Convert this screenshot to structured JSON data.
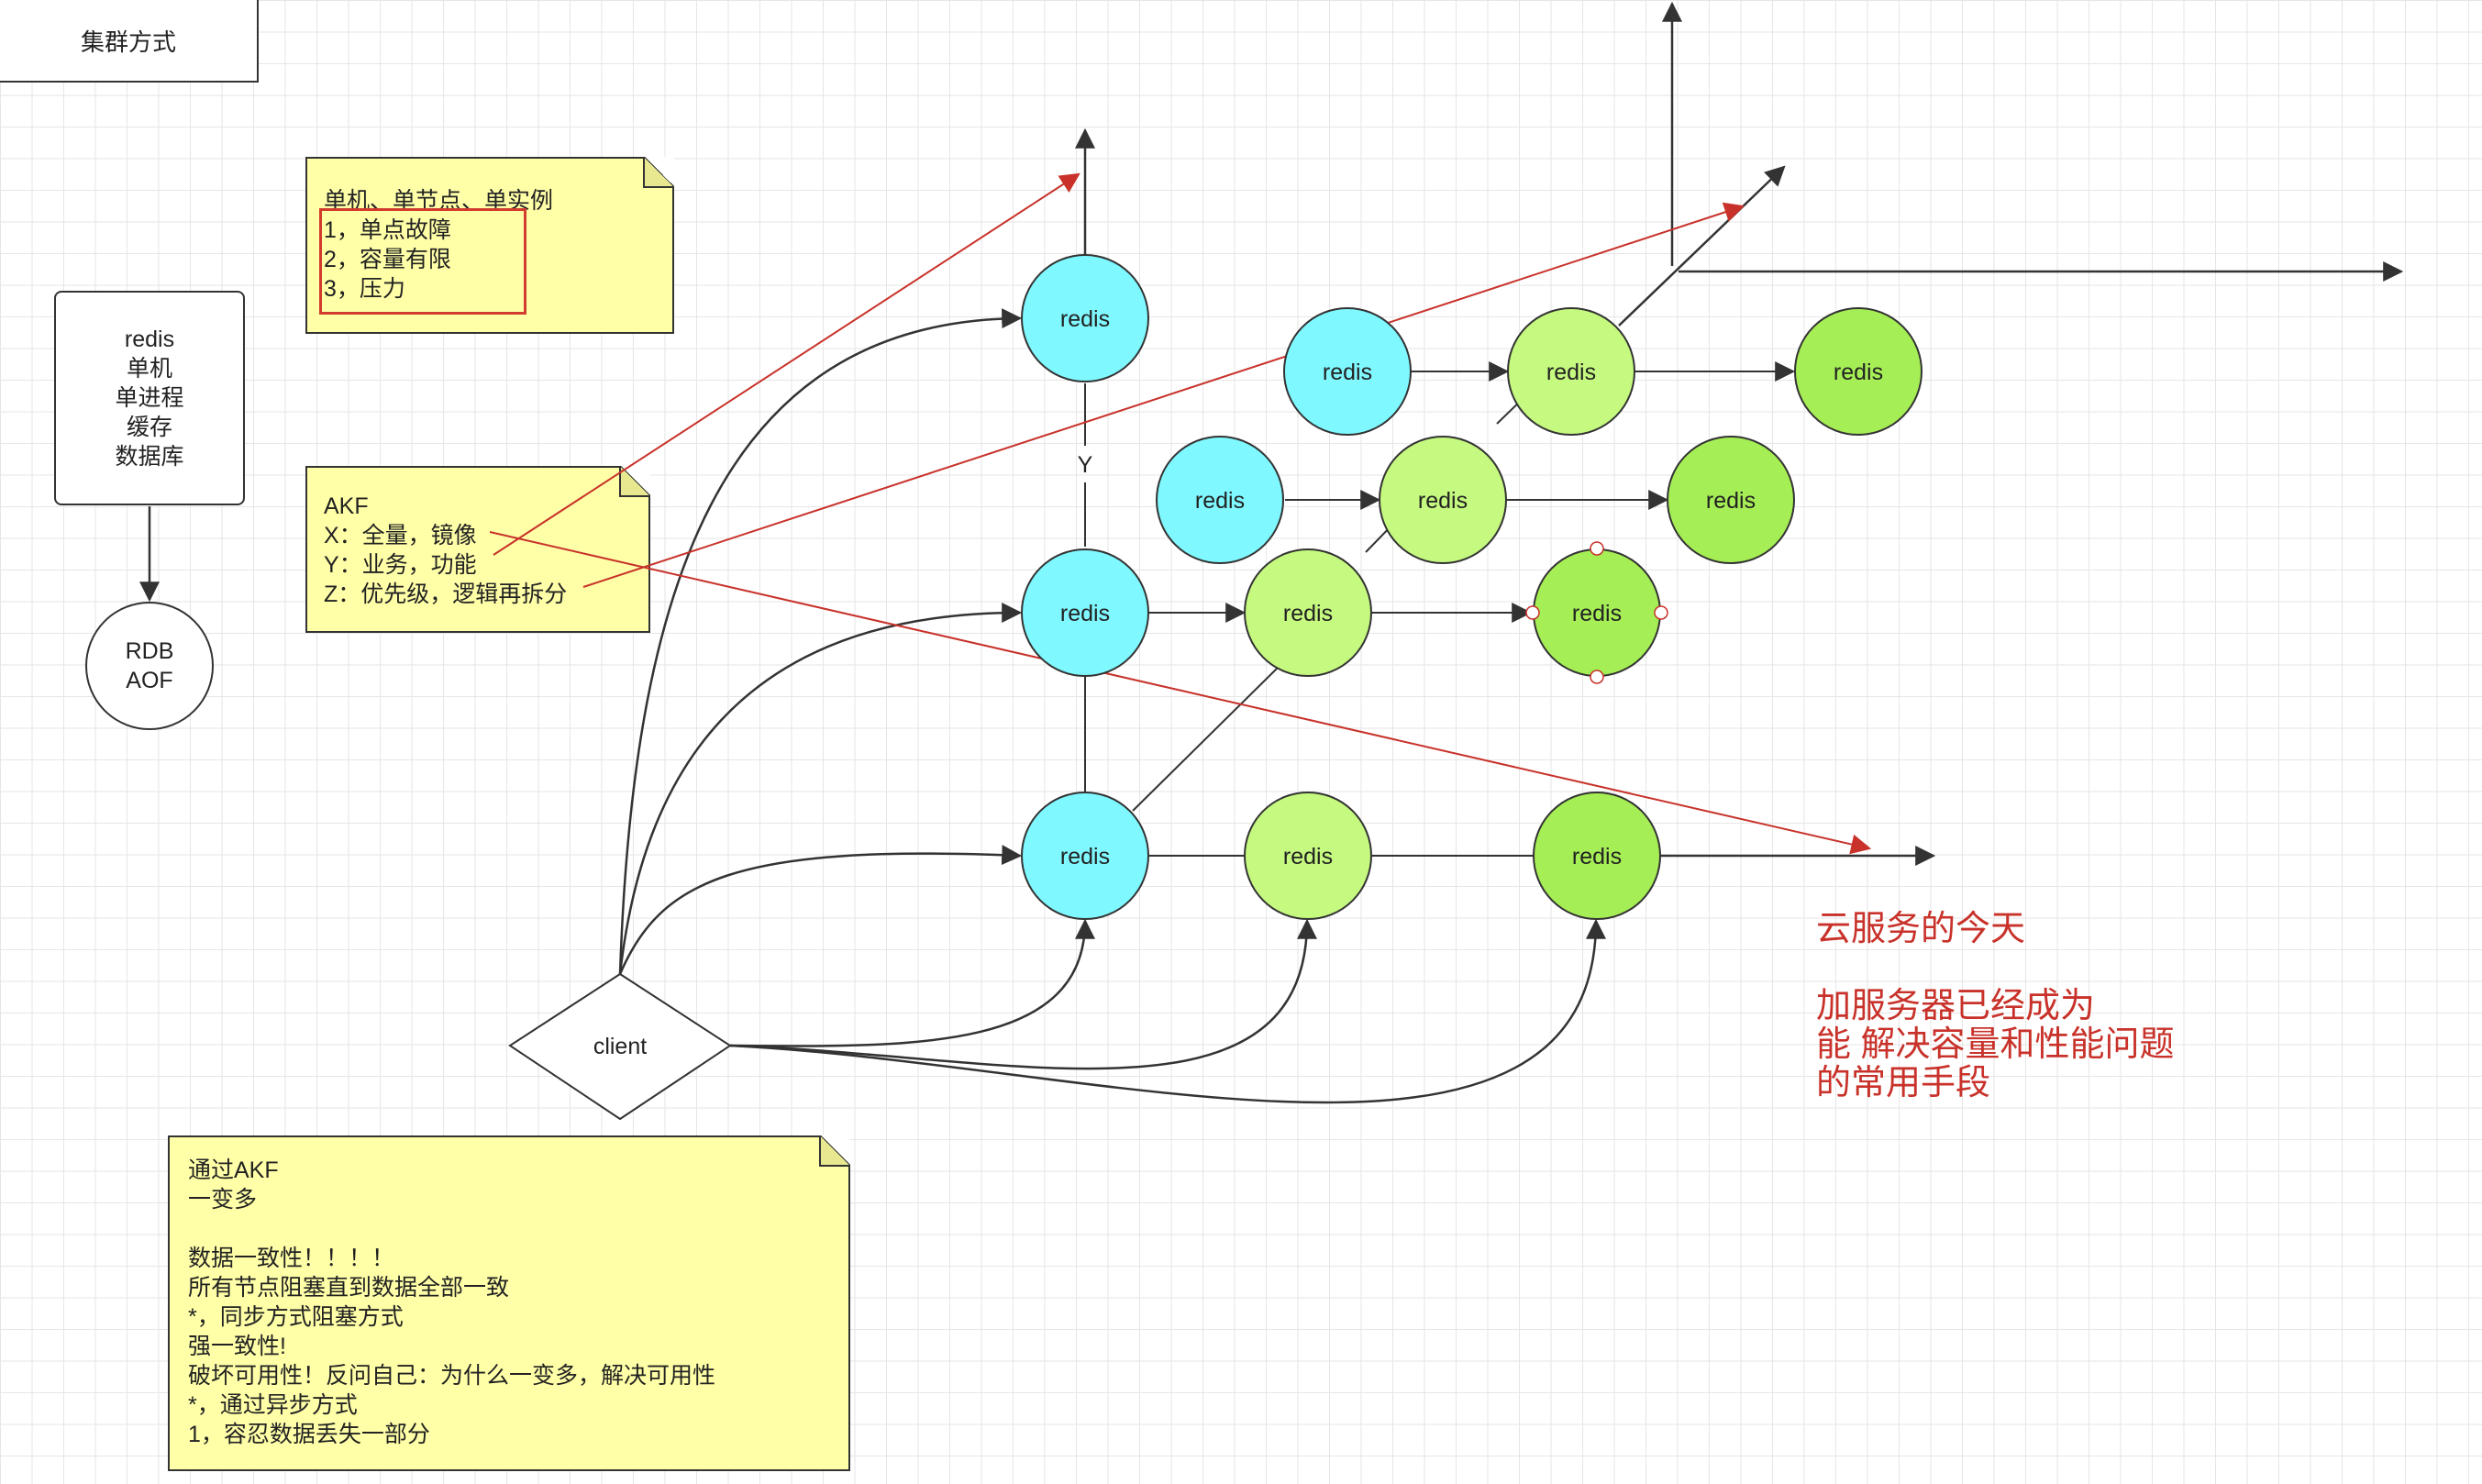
{
  "title_box": "集群方式",
  "redis_box_lines": [
    "redis",
    "单机",
    "单进程",
    "缓存",
    "数据库"
  ],
  "rdb_lines": [
    "RDB",
    "AOF"
  ],
  "note1_lines": [
    "单机、单节点、单实例",
    "1，单点故障",
    "2，容量有限",
    "3，压力"
  ],
  "note2_lines": [
    "AKF",
    "X：全量，镜像",
    "Y：业务，功能",
    "Z：优先级，逻辑再拆分"
  ],
  "note3_lines": [
    "通过AKF",
    "一变多",
    "",
    "数据一致性！！！！",
    "所有节点阻塞直到数据全部一致",
    "*，同步方式阻塞方式",
    "强一致性!",
    "破坏可用性！反问自己：为什么一变多，解决可用性",
    "*，通过异步方式",
    "1，容忍数据丢失一部分"
  ],
  "red_text_lines": [
    "云服务的今天",
    "",
    "加服务器已经成为",
    "能 解决容量和性能问题",
    "的常用手段"
  ],
  "client_label": "client",
  "y_axis_label": "Y",
  "redis_node_label": "redis",
  "colors": {
    "cyan": "#7ff8ff",
    "light_green": "#c5f97f",
    "mid_green": "#b0f067",
    "bright_green": "#a6ee55",
    "red": "#c8322a",
    "note_yellow": "#ffffa8",
    "stroke": "#333333"
  }
}
